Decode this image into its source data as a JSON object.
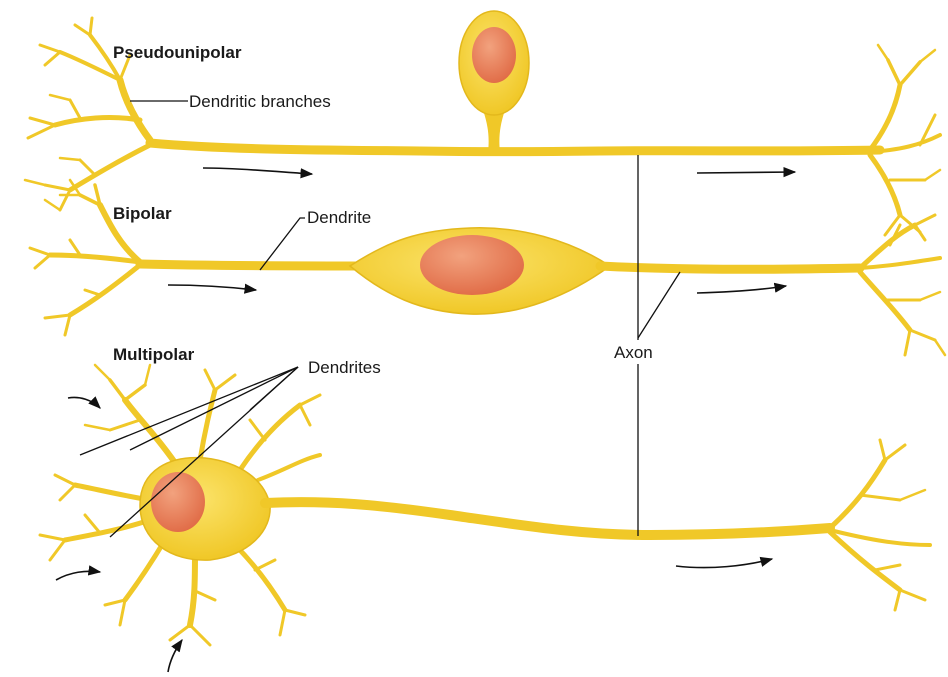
{
  "colors": {
    "neuron_fill": "#f5d22c",
    "neuron_edge": "#e0b817",
    "nucleus": "#e8784f",
    "nucleus_highlight": "#f2a27e",
    "leader_line": "#111111"
  },
  "labels": {
    "pseudounipolar": "Pseudounipolar",
    "bipolar": "Bipolar",
    "multipolar": "Multipolar",
    "dendritic_branches": "Dendritic branches",
    "dendrite": "Dendrite",
    "dendrites": "Dendrites",
    "axon": "Axon"
  },
  "icons": {
    "arrow": "signal-direction-arrow-icon"
  }
}
